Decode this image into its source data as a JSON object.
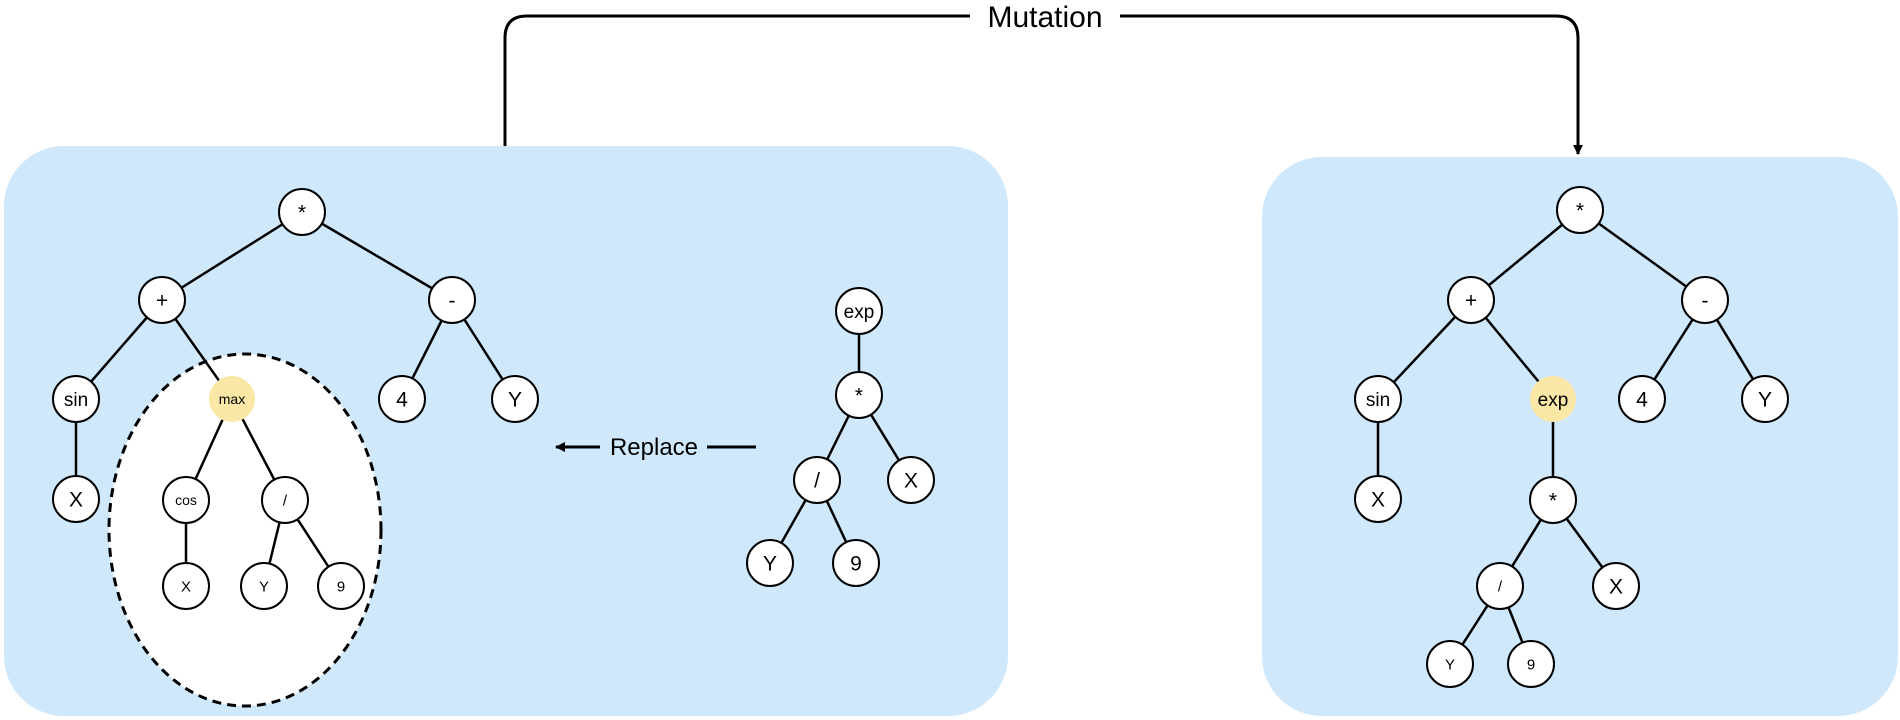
{
  "labels": {
    "mutation": "Mutation",
    "replace": "Replace"
  },
  "colors": {
    "panel": "#cfe8fb",
    "highlight": "#fbe7a6",
    "node_fill": "#ffffff",
    "stroke": "#000000"
  },
  "trees": {
    "original": {
      "label": "*",
      "children": [
        {
          "label": "+",
          "children": [
            {
              "label": "sin",
              "children": [
                {
                  "label": "X"
                }
              ]
            },
            {
              "label": "max",
              "highlight": true,
              "children": [
                {
                  "label": "cos",
                  "children": [
                    {
                      "label": "X"
                    }
                  ]
                },
                {
                  "label": "/",
                  "children": [
                    {
                      "label": "Y"
                    },
                    {
                      "label": "9"
                    }
                  ]
                }
              ]
            }
          ]
        },
        {
          "label": "-",
          "children": [
            {
              "label": "4"
            },
            {
              "label": "Y"
            }
          ]
        }
      ]
    },
    "replacement": {
      "label": "exp",
      "children": [
        {
          "label": "*",
          "children": [
            {
              "label": "/",
              "children": [
                {
                  "label": "Y"
                },
                {
                  "label": "9"
                }
              ]
            },
            {
              "label": "X"
            }
          ]
        }
      ]
    },
    "mutated": {
      "label": "*",
      "children": [
        {
          "label": "+",
          "children": [
            {
              "label": "sin",
              "children": [
                {
                  "label": "X"
                }
              ]
            },
            {
              "label": "exp",
              "highlight": true,
              "children": [
                {
                  "label": "*",
                  "children": [
                    {
                      "label": "/",
                      "children": [
                        {
                          "label": "Y"
                        },
                        {
                          "label": "9"
                        }
                      ]
                    },
                    {
                      "label": "X"
                    }
                  ]
                }
              ]
            }
          ]
        },
        {
          "label": "-",
          "children": [
            {
              "label": "4"
            },
            {
              "label": "Y"
            }
          ]
        }
      ]
    }
  }
}
